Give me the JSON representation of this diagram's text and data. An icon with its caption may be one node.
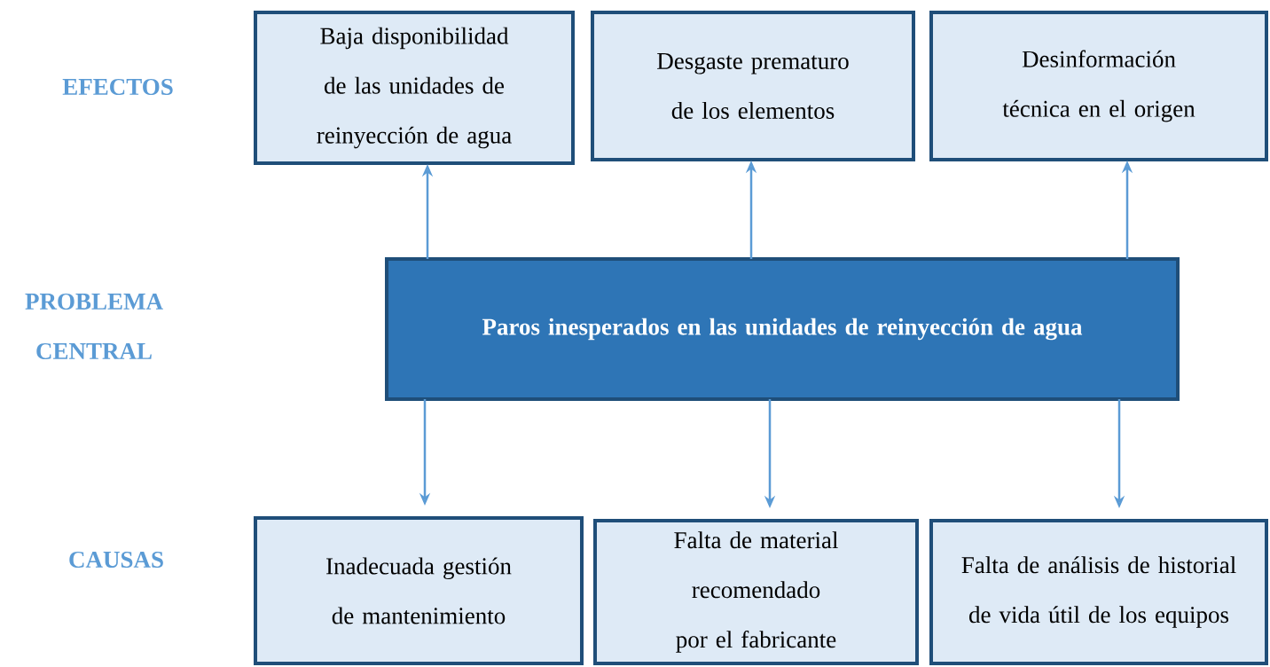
{
  "diagram": {
    "nodes": [
      {
        "text": [
          "Baja disponibilidad de las unidades de reinyección de agua"
        ]
      },
      {
        "text": [
          "Desgaste prematuro de los elementos"
        ]
      },
      {
        "text": [
          "Desinformación técnica en el origen"
        ]
      },
      {
        "text": [
          "Paros inesperados en las unidades de reinyección de agua"
        ]
      },
      {
        "text": [
          "Inadecuada gestión de mantenimiento"
        ]
      },
      {
        "text": [
          "Falta de material recomendado por el fabricante"
        ]
      },
      {
        "text": [
          "Falta de análisis de historial de vida útil de los equipos"
        ]
      }
    ],
    "edges": [
      {
        "from": 3,
        "to": 0,
        "arrow": "to"
      },
      {
        "from": 3,
        "to": 1,
        "arrow": "to"
      },
      {
        "from": 3,
        "to": 2,
        "arrow": "to"
      },
      {
        "from": 3,
        "to": 4,
        "arrow": "to"
      },
      {
        "from": 3,
        "to": 5,
        "arrow": "to"
      },
      {
        "from": 3,
        "to": 6,
        "arrow": "to"
      }
    ],
    "labels": [
      "EFECTOS",
      "PROBLEMA CENTRAL",
      "CAUSAS"
    ]
  }
}
